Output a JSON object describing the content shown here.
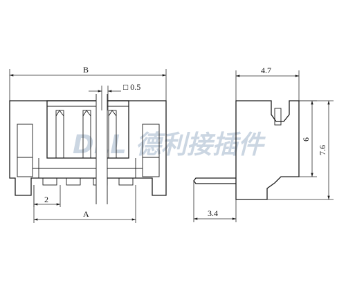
{
  "dimensions": {
    "b": "B",
    "pin_size": "□ 0.5",
    "a": "A",
    "pitch": "2",
    "depth": "4.7",
    "pin_offset": "3.4",
    "body_height": "6",
    "total_height": "7.6"
  },
  "watermark": "DLL 德利接插件",
  "colors": {
    "line": "#1c1c1c",
    "watermark": "#c3cfdd",
    "background": "#ffffff"
  }
}
